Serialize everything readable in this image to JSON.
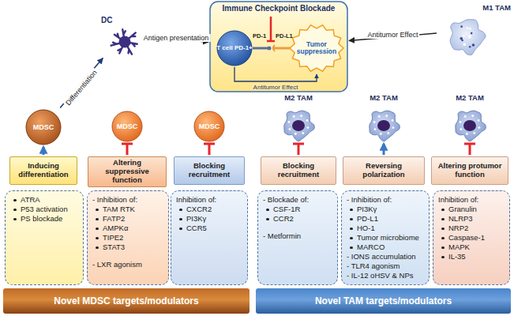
{
  "diagram": {
    "nodes": [
      {
        "text": [
          "Immune Checkpoint Blockade"
        ]
      },
      {
        "text": [
          "T cell PD-1+"
        ],
        "in": 0
      },
      {
        "text": [
          "Tumor suppression"
        ],
        "in": 0
      },
      {
        "text": [
          "DC"
        ]
      },
      {
        "text": [
          "M1 TAM"
        ]
      },
      {
        "text": [
          "MDSC"
        ]
      },
      {
        "text": [
          "MDSC"
        ]
      },
      {
        "text": [
          "MDSC"
        ]
      },
      {
        "text": [
          "M2 TAM"
        ]
      },
      {
        "text": [
          "M2 TAM"
        ]
      },
      {
        "text": [
          "M2 TAM"
        ]
      },
      {
        "text": [
          "Inducing differentiation"
        ]
      },
      {
        "text": [
          "Altering suppressive function"
        ]
      },
      {
        "text": [
          "Blocking recruitment"
        ]
      },
      {
        "text": [
          "Blocking recruitment"
        ]
      },
      {
        "text": [
          "Reversing polarization"
        ]
      },
      {
        "text": [
          "Altering protumor function"
        ]
      },
      {
        "text": [
          "ATRA",
          "P53 activation",
          "PS blockade"
        ]
      },
      {
        "text": [
          "- Inhibition of:",
          "TAM RTK",
          "FATP2",
          "AMPKα",
          "TIPE2",
          "STAT3",
          "- LXR agonism"
        ]
      },
      {
        "text": [
          "Inhibition of:",
          "CXCR2",
          "PI3Kγ",
          "CCR5"
        ]
      },
      {
        "text": [
          "- Blockade of:",
          "CSF-1R",
          "CCR2",
          "- Metformin"
        ]
      },
      {
        "text": [
          "- Inhibition of:",
          "PI3Kγ",
          "PD-L1",
          "HO-1",
          "Tumor microbiome",
          "MARCO",
          "- IONS accumulation",
          "- TLR4 agonism",
          "- IL-12 oHSV & NPs"
        ]
      },
      {
        "text": [
          "Inhibition of:",
          "Granulin",
          "NLRP3",
          "NRP2",
          "Caspase-1",
          "MAPK",
          "IL-35"
        ]
      },
      {
        "text": [
          "Novel MDSC targets/modulators"
        ]
      },
      {
        "text": [
          "Novel TAM targets/modulators"
        ]
      }
    ],
    "edges": [
      {
        "from": 5,
        "to": 3,
        "label": "Differentiation",
        "arrow": "to"
      },
      {
        "from": 3,
        "to": 0,
        "label": "Antigen presentation",
        "arrow": "to"
      },
      {
        "from": 4,
        "to": 0,
        "label": "Antitumor Effect",
        "arrow": "to"
      },
      {
        "from": 1,
        "to": 2,
        "label": "Antitumor Effect",
        "arrow": "to"
      },
      {
        "from": 11,
        "to": 5,
        "arrow": "to"
      },
      {
        "from": 12,
        "to": 6,
        "arrow": "to"
      },
      {
        "from": 13,
        "to": 7,
        "arrow": "to"
      },
      {
        "from": 14,
        "to": 8,
        "arrow": "to"
      },
      {
        "from": 15,
        "to": 9,
        "arrow": "to"
      },
      {
        "from": 16,
        "to": 10,
        "arrow": "to"
      }
    ],
    "labels": [
      "PD-1",
      "PD-L1"
    ]
  }
}
